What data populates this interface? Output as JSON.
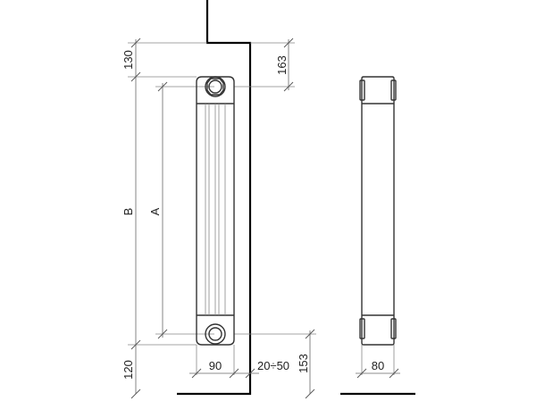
{
  "diagram": {
    "dimensions": {
      "top_wall": "130",
      "top_valve": "163",
      "height_B": "B",
      "height_A": "A",
      "bottom_floor": "120",
      "bottom_valve": "153",
      "width_front": "90",
      "wall_gap": "20÷50",
      "depth_side": "80"
    }
  }
}
